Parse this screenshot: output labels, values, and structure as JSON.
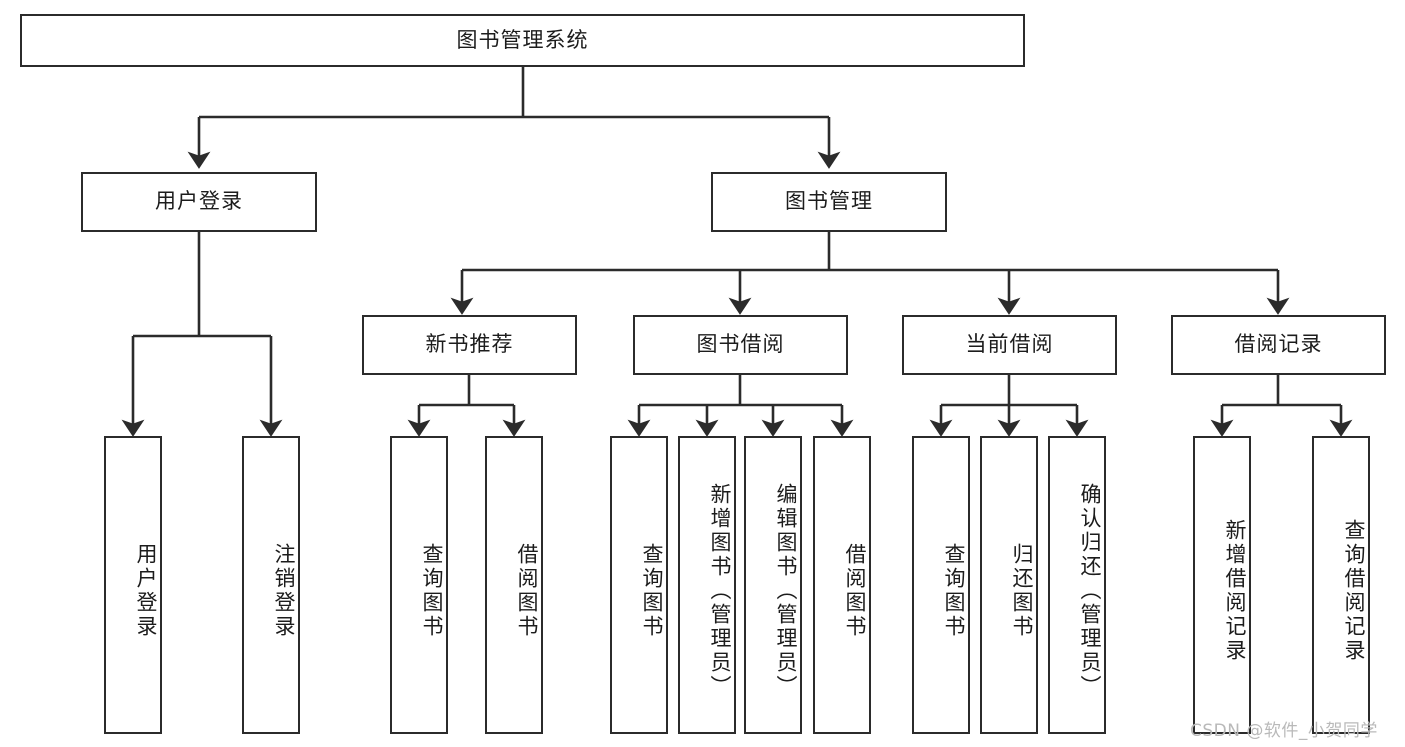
{
  "diagram": {
    "type": "tree",
    "title": "图书管理系统",
    "style": {
      "box_fill": "#ffffff",
      "box_stroke": "#2b2b2b",
      "connector_stroke": "#2b2b2b",
      "text_color": "#1c1c1c",
      "background": "#ffffff"
    },
    "root": {
      "label": "图书管理系统"
    },
    "level2": [
      {
        "label": "用户登录"
      },
      {
        "label": "图书管理"
      }
    ],
    "level3": [
      {
        "label": "新书推荐"
      },
      {
        "label": "图书借阅"
      },
      {
        "label": "当前借阅"
      },
      {
        "label": "借阅记录"
      }
    ],
    "leaves": {
      "user_login": [
        {
          "label": "用户登录"
        },
        {
          "label": "注销登录"
        }
      ],
      "new_book_recommend": [
        {
          "label": "查询图书"
        },
        {
          "label": "借阅图书"
        }
      ],
      "book_borrow": [
        {
          "label": "查询图书"
        },
        {
          "label": "新增图书（管理员）"
        },
        {
          "label": "编辑图书（管理员）"
        },
        {
          "label": "借阅图书"
        }
      ],
      "current_borrow": [
        {
          "label": "查询图书"
        },
        {
          "label": "归还图书"
        },
        {
          "label": "确认归还（管理员）"
        }
      ],
      "borrow_record": [
        {
          "label": "新增借阅记录"
        },
        {
          "label": "查询借阅记录"
        }
      ]
    }
  },
  "watermark": {
    "text": "CSDN @软件_小贺同学"
  }
}
